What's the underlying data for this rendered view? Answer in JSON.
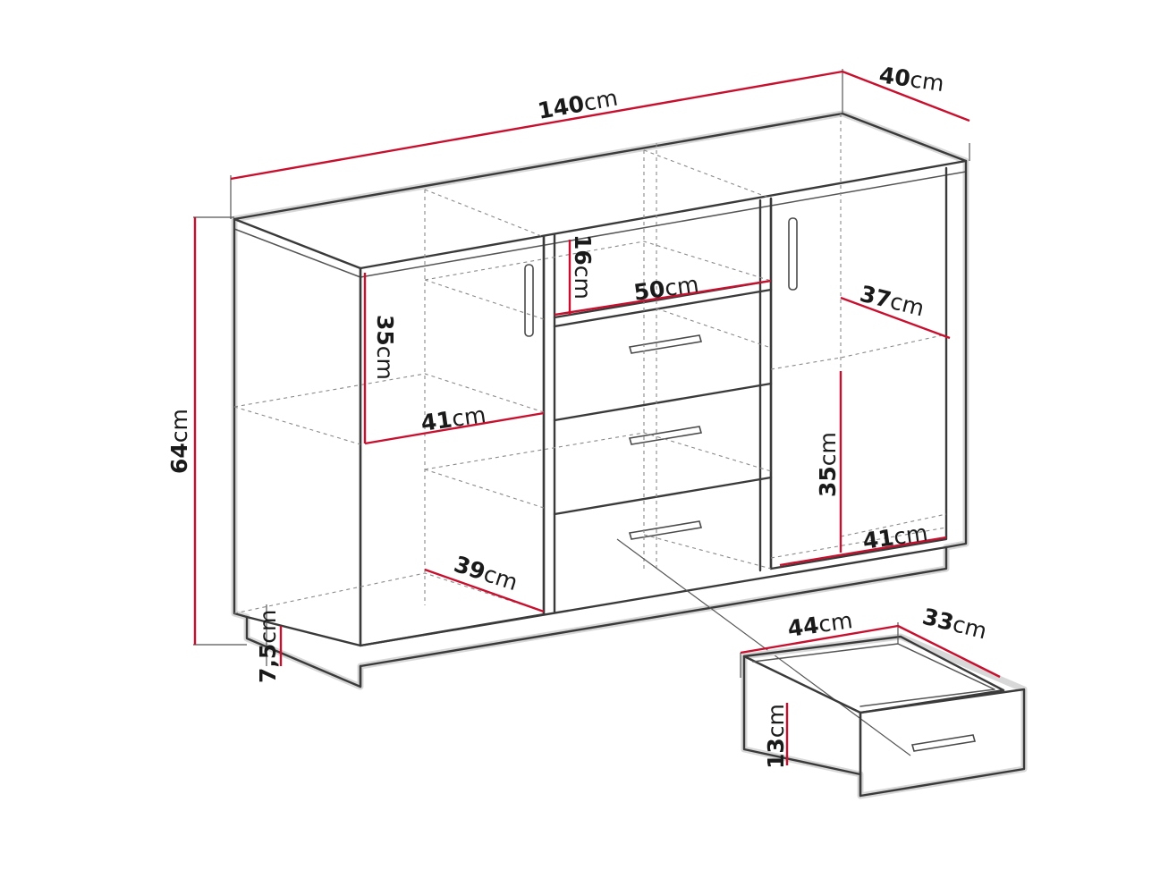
{
  "diagram": {
    "subject": "Sideboard with 2 doors and 3 drawers — dimension drawing",
    "colors": {
      "dimension_line": "#c8102e",
      "outline": "#3a3a3a",
      "hidden_line": "#8a8a8a",
      "background": "#ffffff"
    },
    "unit": "cm",
    "dimensions": {
      "overall_width": {
        "num": "140",
        "unit": "cm"
      },
      "overall_depth": {
        "num": "40",
        "unit": "cm"
      },
      "overall_height": {
        "num": "64",
        "unit": "cm"
      },
      "plinth_height": {
        "num": "7,5",
        "unit": "cm"
      },
      "left_shelf_height": {
        "num": "35",
        "unit": "cm"
      },
      "left_shelf_depth_top": {
        "num": "41",
        "unit": "cm"
      },
      "left_shelf_depth_bottom": {
        "num": "39",
        "unit": "cm"
      },
      "open_niche_height": {
        "num": "16",
        "unit": "cm"
      },
      "open_niche_width": {
        "num": "50",
        "unit": "cm"
      },
      "right_shelf_depth_top": {
        "num": "37",
        "unit": "cm"
      },
      "right_shelf_height": {
        "num": "35",
        "unit": "cm"
      },
      "right_shelf_depth_bottom": {
        "num": "41",
        "unit": "cm"
      },
      "drawer_width": {
        "num": "44",
        "unit": "cm"
      },
      "drawer_depth": {
        "num": "33",
        "unit": "cm"
      },
      "drawer_height": {
        "num": "13",
        "unit": "cm"
      }
    },
    "components": [
      "left-door",
      "right-door",
      "open-niche",
      "drawer-1",
      "drawer-2",
      "drawer-3",
      "plinth",
      "detached-drawer"
    ]
  }
}
